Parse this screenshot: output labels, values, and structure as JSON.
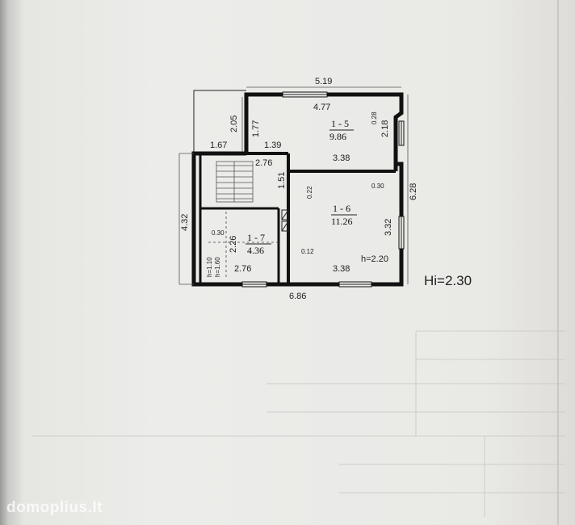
{
  "plan": {
    "dimensions": {
      "top_overall": "5.19",
      "top_inner": "4.77",
      "left_annex_height": "2.05",
      "room5_left_height": "1.77",
      "annex_width": "1.67",
      "room5_step": "1.39",
      "room5_wall_mark": "0.28",
      "room5_right_height": "2.18",
      "room5_bottom_width": "3.38",
      "stair_width": "2.76",
      "stair_depth": "1.51",
      "partition_mark": "0.22",
      "room6_wall_mark": "0.30",
      "right_overall": "6.28",
      "left_overall": "4.32",
      "room7_wall_mark": "0.30",
      "room7_height": "2.26",
      "room6_height": "3.32",
      "partition_mark2": "0.12",
      "room7_width": "2.76",
      "room6_width": "3.38",
      "bottom_overall": "6.86"
    },
    "rooms": [
      {
        "id": "1 - 5",
        "area": "9.86"
      },
      {
        "id": "1 - 6",
        "area": "11.26"
      },
      {
        "id": "1 - 7",
        "area": "4.36"
      }
    ],
    "heights": {
      "room6": "h=2.20",
      "room7_a": "h=1.10",
      "room7_b": "h=1.60"
    }
  },
  "hi_label": "Hi=2.30",
  "watermark": "domoplius.lt"
}
